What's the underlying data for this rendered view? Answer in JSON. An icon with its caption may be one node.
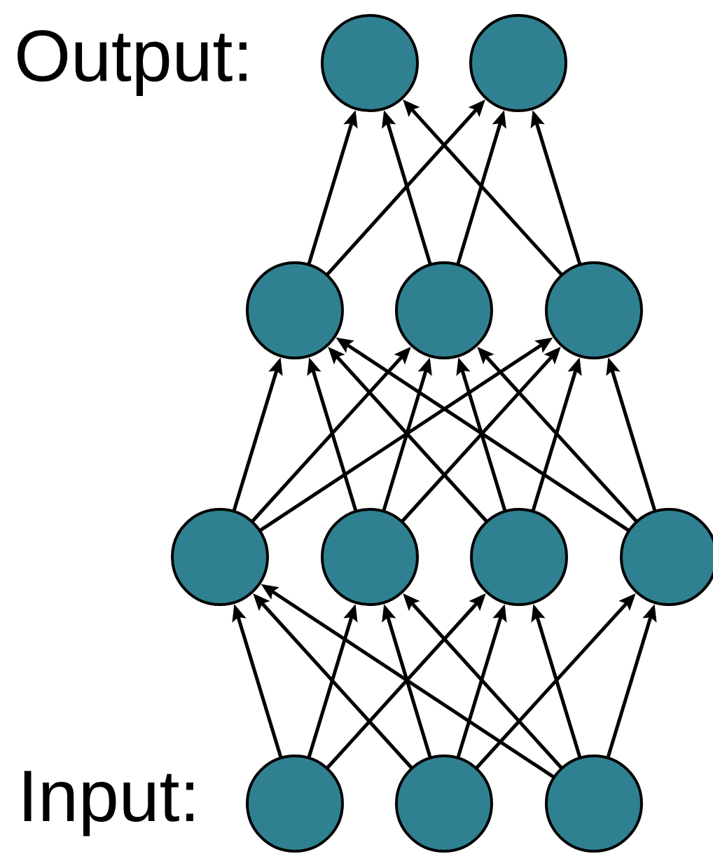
{
  "diagram": {
    "nodes": [
      {
        "text": [],
        "shape": "circle"
      },
      {
        "text": [],
        "shape": "circle"
      },
      {
        "text": [],
        "shape": "circle"
      },
      {
        "text": [],
        "shape": "circle"
      },
      {
        "text": [],
        "shape": "circle"
      },
      {
        "text": [],
        "shape": "circle"
      },
      {
        "text": [],
        "shape": "circle"
      },
      {
        "text": [],
        "shape": "circle"
      },
      {
        "text": [],
        "shape": "circle"
      },
      {
        "text": [],
        "shape": "circle"
      },
      {
        "text": [],
        "shape": "circle"
      },
      {
        "text": [],
        "shape": "circle"
      }
    ],
    "edges": [
      {
        "from": 2,
        "to": 0,
        "arrow": "to"
      },
      {
        "from": 2,
        "to": 1,
        "arrow": "to"
      },
      {
        "from": 3,
        "to": 0,
        "arrow": "to"
      },
      {
        "from": 3,
        "to": 1,
        "arrow": "to"
      },
      {
        "from": 4,
        "to": 0,
        "arrow": "to"
      },
      {
        "from": 4,
        "to": 1,
        "arrow": "to"
      },
      {
        "from": 5,
        "to": 2,
        "arrow": "to"
      },
      {
        "from": 5,
        "to": 3,
        "arrow": "to"
      },
      {
        "from": 5,
        "to": 4,
        "arrow": "to"
      },
      {
        "from": 6,
        "to": 2,
        "arrow": "to"
      },
      {
        "from": 6,
        "to": 3,
        "arrow": "to"
      },
      {
        "from": 6,
        "to": 4,
        "arrow": "to"
      },
      {
        "from": 7,
        "to": 2,
        "arrow": "to"
      },
      {
        "from": 7,
        "to": 3,
        "arrow": "to"
      },
      {
        "from": 7,
        "to": 4,
        "arrow": "to"
      },
      {
        "from": 8,
        "to": 2,
        "arrow": "to"
      },
      {
        "from": 8,
        "to": 3,
        "arrow": "to"
      },
      {
        "from": 8,
        "to": 4,
        "arrow": "to"
      },
      {
        "from": 9,
        "to": 5,
        "arrow": "to"
      },
      {
        "from": 9,
        "to": 6,
        "arrow": "to"
      },
      {
        "from": 9,
        "to": 7,
        "arrow": "to"
      },
      {
        "from": 10,
        "to": 5,
        "arrow": "to"
      },
      {
        "from": 10,
        "to": 6,
        "arrow": "to"
      },
      {
        "from": 10,
        "to": 7,
        "arrow": "to"
      },
      {
        "from": 10,
        "to": 8,
        "arrow": "to"
      },
      {
        "from": 11,
        "to": 5,
        "arrow": "to"
      },
      {
        "from": 11,
        "to": 6,
        "arrow": "to"
      },
      {
        "from": 11,
        "to": 7,
        "arrow": "to"
      },
      {
        "from": 11,
        "to": 8,
        "arrow": "to"
      }
    ],
    "labels": [
      "Output:",
      "Input:"
    ]
  }
}
